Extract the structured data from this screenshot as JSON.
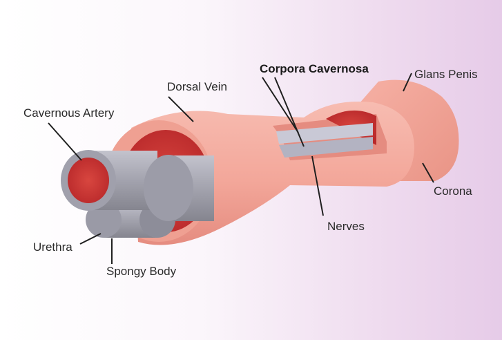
{
  "labels": {
    "cavernous_artery": "Cavernous Artery",
    "dorsal_vein": "Dorsal Vein",
    "corpora_cavernosa": "Corpora Cavernosa",
    "glans_penis": "Glans Penis",
    "corona": "Corona",
    "nerves": "Nerves",
    "urethra": "Urethra",
    "spongy_body": "Spongy Body"
  },
  "colors": {
    "outer_tissue": "#f3a79a",
    "outer_tissue_dark": "#e58c80",
    "erectile_tissue": "#c4302f",
    "tube_gray": "#9c9ca8",
    "tube_gray_light": "#b9b9c4",
    "leader_line": "#1f1f1f"
  }
}
